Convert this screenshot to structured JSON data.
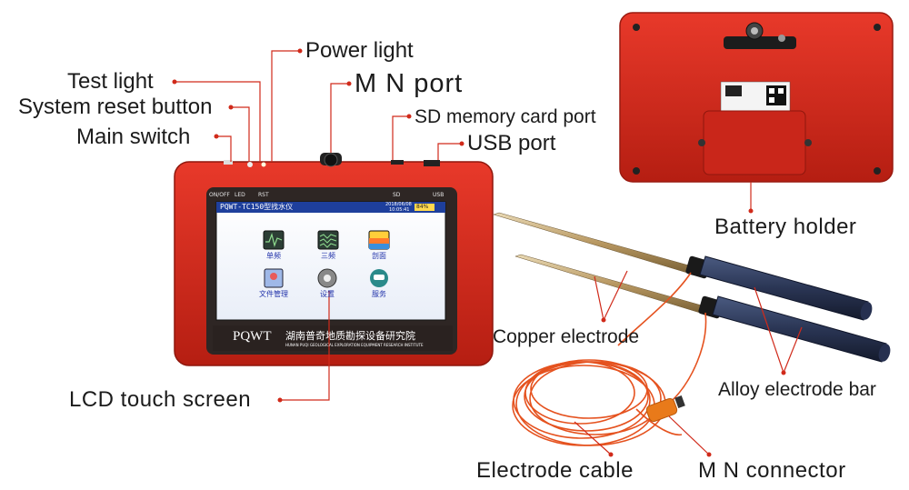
{
  "device": {
    "panel_labels": {
      "on_off": "ON/OFF",
      "led": "LED",
      "rst": "RST",
      "sd": "SD",
      "usb": "USB"
    },
    "screen": {
      "title": "PQWT-TC150型找水仪",
      "time_line1": "2018/06/08",
      "time_line2": "10:05:41",
      "battery": "84%",
      "apps": [
        {
          "label": "单频",
          "icon": "waveform-icon"
        },
        {
          "label": "三频",
          "icon": "multi-waveform-icon"
        },
        {
          "label": "剖面",
          "icon": "profile-map-icon"
        },
        {
          "label": "文件管理",
          "icon": "file-manager-icon"
        },
        {
          "label": "设置",
          "icon": "gear-icon"
        },
        {
          "label": "服务",
          "icon": "phone-icon"
        }
      ]
    },
    "brand": {
      "logo": "PQWT",
      "org_cn": "湖南普奇地质勘探设备研究院",
      "org_en": "HUNAN PUQI GEOLOGICAL EXPLORATION EQUIPMENT RESEARCH INSTITUTE"
    }
  },
  "callouts": {
    "power_light": "Power light",
    "test_light": "Test light",
    "system_reset": "System reset button",
    "main_switch": "Main switch",
    "mn_port": "M N port",
    "sd_port": "SD memory card port",
    "usb_port": "USB port",
    "battery_holder": "Battery holder",
    "copper_electrode": "Copper electrode",
    "lcd_screen": "LCD touch screen",
    "alloy_bar": "Alloy electrode bar",
    "electrode_cable": "Electrode cable",
    "mn_connector": "M N connector"
  },
  "colors": {
    "device_red": "#d8261a",
    "screen_bezel": "#2e2624",
    "leader_line": "#d02a1a",
    "electrode_handle": "#2a3554",
    "cable": "#e5521f"
  }
}
